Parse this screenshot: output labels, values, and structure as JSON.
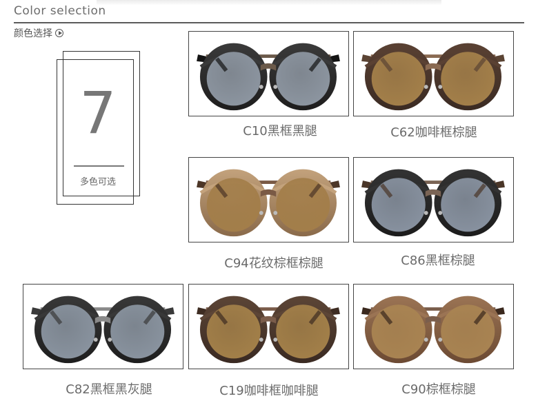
{
  "header": {
    "title": "Color selection",
    "subtitle": "颜色选择"
  },
  "count_panel": {
    "number": "7",
    "label": "多色可选"
  },
  "options": [
    {
      "code": "C10黑框黑腿",
      "frame": "#1e1d1d",
      "frame2": "#3a3a3a",
      "lens": "#8d96a1",
      "temple": "#141414",
      "bridge": "#6b5a4a"
    },
    {
      "code": "C62咖啡框棕腿",
      "frame": "#3b2b23",
      "frame2": "#5a4133",
      "lens": "#a4804a",
      "temple": "#5b4434",
      "bridge": "#8a6a52"
    },
    {
      "code": "C94花纹棕框棕腿",
      "frame": "#8a6a4a",
      "frame2": "#c3a27c",
      "lens": "#a37e4a",
      "temple": "#4c3627",
      "bridge": "#7a5a45"
    },
    {
      "code": "C86黑框棕腿",
      "frame": "#1c1c1c",
      "frame2": "#333333",
      "lens": "#8892a0",
      "temple": "#4a3628",
      "bridge": "#7a6455"
    },
    {
      "code": "C82黑框黑灰腿",
      "frame": "#1e1e1e",
      "frame2": "#383838",
      "lens": "#8a94a0",
      "temple": "#3a3a3a",
      "bridge": "#8a8a8a"
    },
    {
      "code": "C19咖啡框咖啡腿",
      "frame": "#3a2a22",
      "frame2": "#5c4536",
      "lens": "#a38049",
      "temple": "#3e2c22",
      "bridge": "#7b5d4b"
    },
    {
      "code": "C90棕框棕腿",
      "frame": "#6c4a33",
      "frame2": "#9b7454",
      "lens": "#a98452",
      "temple": "#3a281d",
      "bridge": "#7a5e4c"
    }
  ]
}
